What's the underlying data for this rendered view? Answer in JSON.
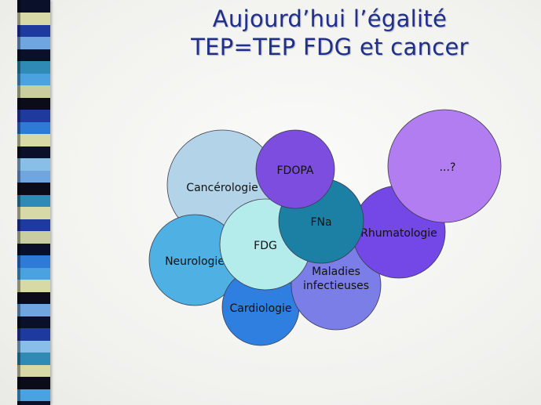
{
  "title": {
    "line1": "Aujourd’hui l’égalité",
    "line2": "TEP=TEP FDG et cancer"
  },
  "colors": {
    "title": "#1f2f8a",
    "stripe": [
      "#0a0f2a",
      "#d7d9a6",
      "#1e3a9e",
      "#6fa6df",
      "#2f8bb5",
      "#4aa2e0",
      "#c9cda0",
      "#0b0b1a",
      "#2d7bd6",
      "#88bfe9"
    ]
  },
  "diagram": {
    "bubbles": [
      {
        "id": "cancerologie",
        "label": [
          "Cancérologie"
        ],
        "color": "#b3d4e8"
      },
      {
        "id": "neurologie",
        "label": [
          "Neurologie"
        ],
        "color": "#4fb0e3"
      },
      {
        "id": "cardiologie",
        "label": [
          "Cardiologie"
        ],
        "color": "#2f7fe0"
      },
      {
        "id": "maladies-infectieuses",
        "label": [
          "Maladies",
          "infectieuses"
        ],
        "color": "#7c7ee8"
      },
      {
        "id": "rhumatologie",
        "label": [
          "Rhumatologie"
        ],
        "color": "#7448e6"
      },
      {
        "id": "fdg",
        "label": [
          "FDG"
        ],
        "color": "#b4ecec"
      },
      {
        "id": "fna",
        "label": [
          "FNa"
        ],
        "color": "#1c7fa4"
      },
      {
        "id": "fdopa",
        "label": [
          "FDOPA"
        ],
        "color": "#7d4de0"
      },
      {
        "id": "inconnu",
        "label": [
          "...?"
        ],
        "color": "#b27df0"
      }
    ]
  }
}
